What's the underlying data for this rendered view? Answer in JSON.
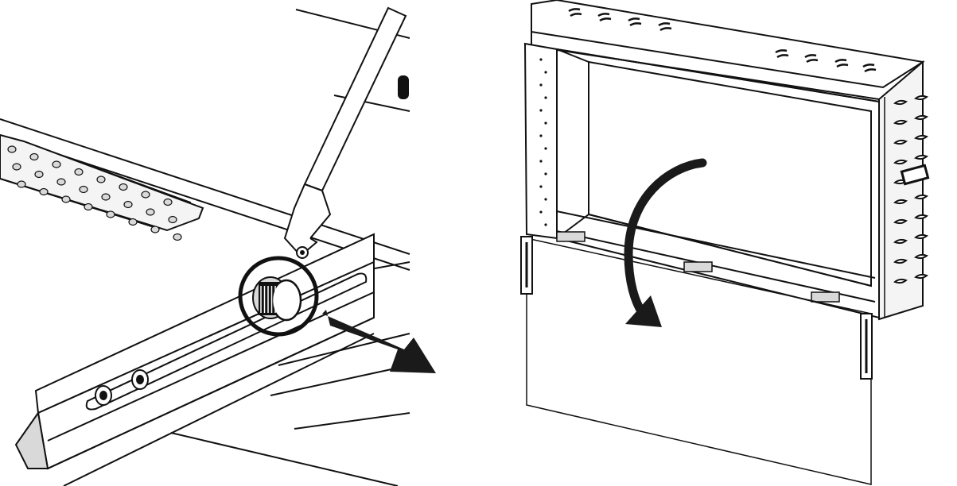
{
  "figure": {
    "panels": [
      {
        "id": "left",
        "subject": "latch-rail",
        "callout": "circle",
        "motion": "slide-out-arrow"
      },
      {
        "id": "right",
        "subject": "firebox-front-panel",
        "motion": "curved-arrow-downward-swing"
      }
    ]
  },
  "colors": {
    "ink": "#111111",
    "paper": "#ffffff",
    "fill_light": "#f4f4f4",
    "fill_mid": "#d9d9d9",
    "arrow": "#1a1a1a"
  }
}
